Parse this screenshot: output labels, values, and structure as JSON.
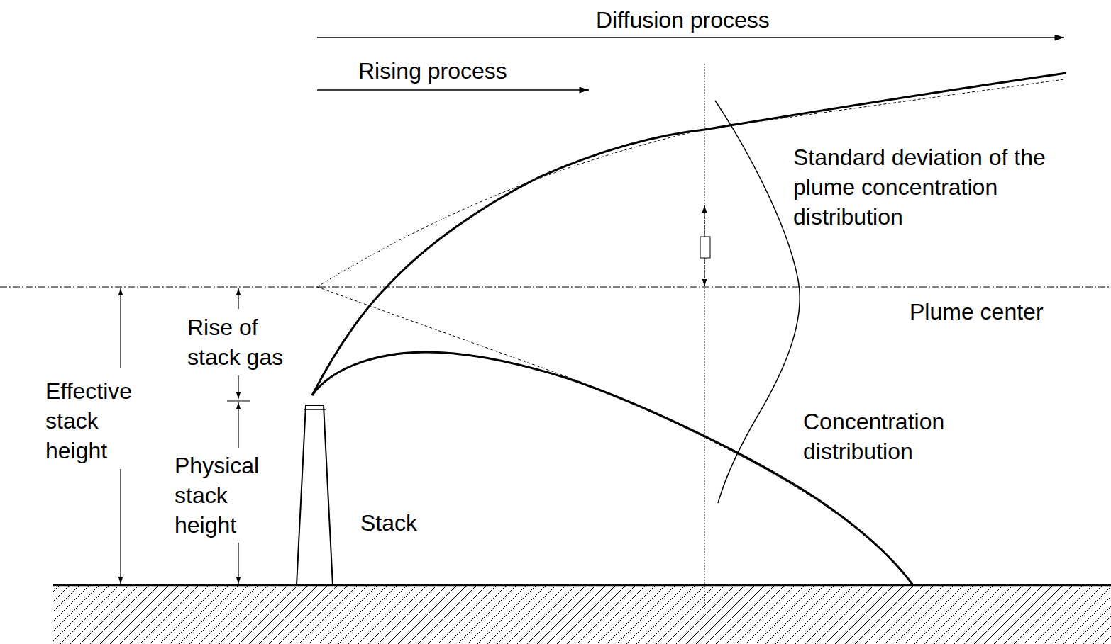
{
  "diagram": {
    "labels": [
      "Diffusion process",
      "Rising process",
      "Standard deviation of the plume concentration distribution",
      "Plume center",
      "Rise of stack gas",
      "Effective stack height",
      "Physical stack height",
      "Stack",
      "Concentration distribution"
    ]
  }
}
